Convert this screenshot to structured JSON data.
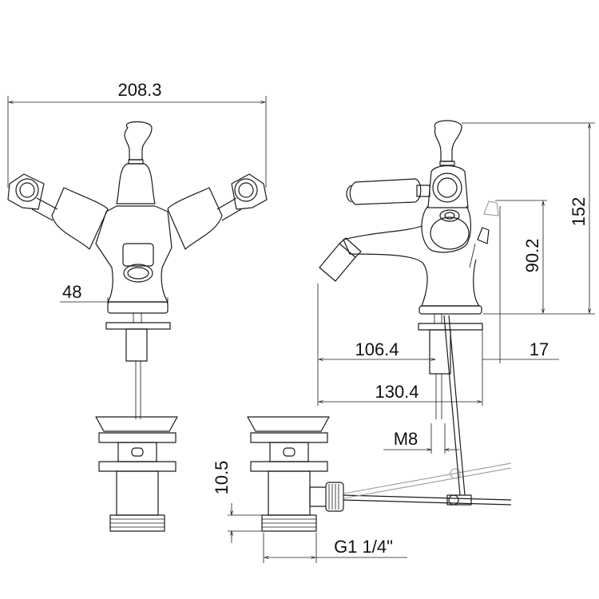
{
  "dimensions": {
    "overall_width": "208.3",
    "base_diameter": "48",
    "overall_height": "152",
    "spout_height": "90.2",
    "spout_reach": "106.4",
    "total_depth": "130.4",
    "rod_offset": "17",
    "thread": "M8",
    "waste_height": "10.5",
    "waste_thread": "G1 1/4\""
  }
}
